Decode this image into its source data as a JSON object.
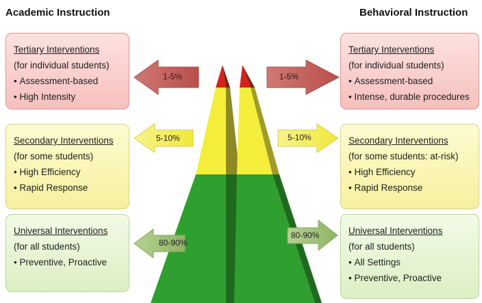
{
  "left": {
    "title": "Academic Instruction",
    "tertiary": {
      "heading": "Tertiary Interventions",
      "line1": "(for individual students)",
      "b1": "Assessment-based",
      "b2": "High Intensity"
    },
    "secondary": {
      "heading": "Secondary Interventions",
      "line1": "(for some students)",
      "b1": "High Efficiency",
      "b2": "Rapid Response"
    },
    "universal": {
      "heading": "Universal Interventions",
      "line1": "(for all students)",
      "b1": "Preventive, Proactive"
    }
  },
  "right": {
    "title": "Behavioral Instruction",
    "tertiary": {
      "heading": "Tertiary Interventions",
      "line1": "(for individual students)",
      "b1": "Assessment-based",
      "b2": "Intense, durable procedures"
    },
    "secondary": {
      "heading": "Secondary Interventions",
      "line1": "(for some students: at-risk)",
      "b1": "High Efficiency",
      "b2": "Rapid Response"
    },
    "universal": {
      "heading": "Universal Interventions",
      "line1": "(for all students)",
      "b1": "All Settings",
      "b2": "Preventive, Proactive"
    }
  },
  "arrows": {
    "tertiary_pct": "1-5%",
    "secondary_pct": "5-10%",
    "universal_pct": "80-90%"
  },
  "colors": {
    "tier_red": "#d9534f",
    "tier_yellow": "#f4ee3a",
    "tier_green": "#2e9e2e",
    "arrow_red": "#c0605c",
    "arrow_yellow": "#f4ee3a",
    "arrow_green": "#9cbf73"
  }
}
